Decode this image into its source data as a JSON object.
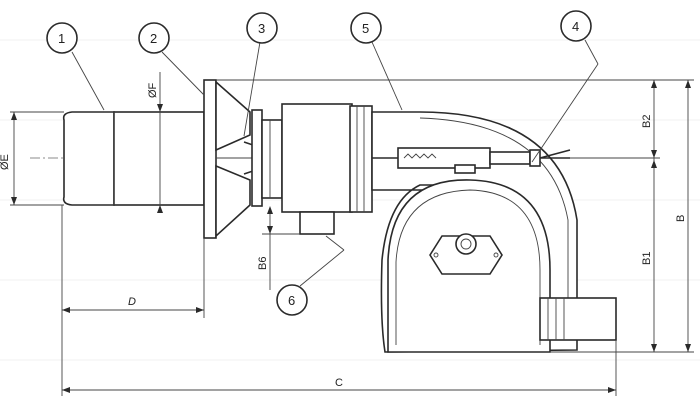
{
  "callouts": [
    {
      "label": "1"
    },
    {
      "label": "2"
    },
    {
      "label": "3"
    },
    {
      "label": "4"
    },
    {
      "label": "5"
    },
    {
      "label": "6"
    }
  ],
  "dimensions": {
    "E": "ØE",
    "F": "ØF",
    "B6": "B6",
    "D": "D",
    "C": "C",
    "B2": "B2",
    "B1": "B1",
    "B": "B"
  }
}
